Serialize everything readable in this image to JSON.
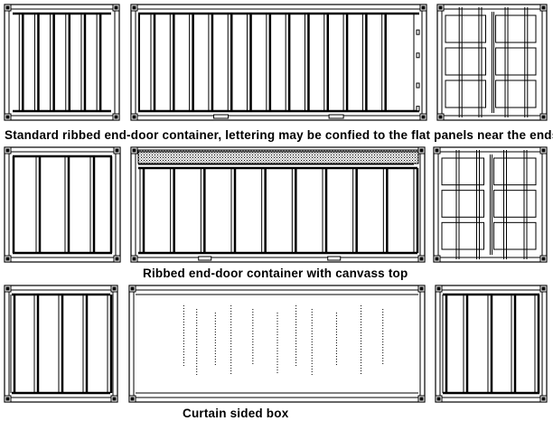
{
  "captions": {
    "standard": "Standard ribbed end-door container, lettering may be confied to the flat panels near the ends",
    "canvas_top": "Ribbed end-door container with canvass top",
    "curtain": "Curtain sided box"
  },
  "colors": {
    "line": "#000000",
    "background": "#ffffff"
  }
}
